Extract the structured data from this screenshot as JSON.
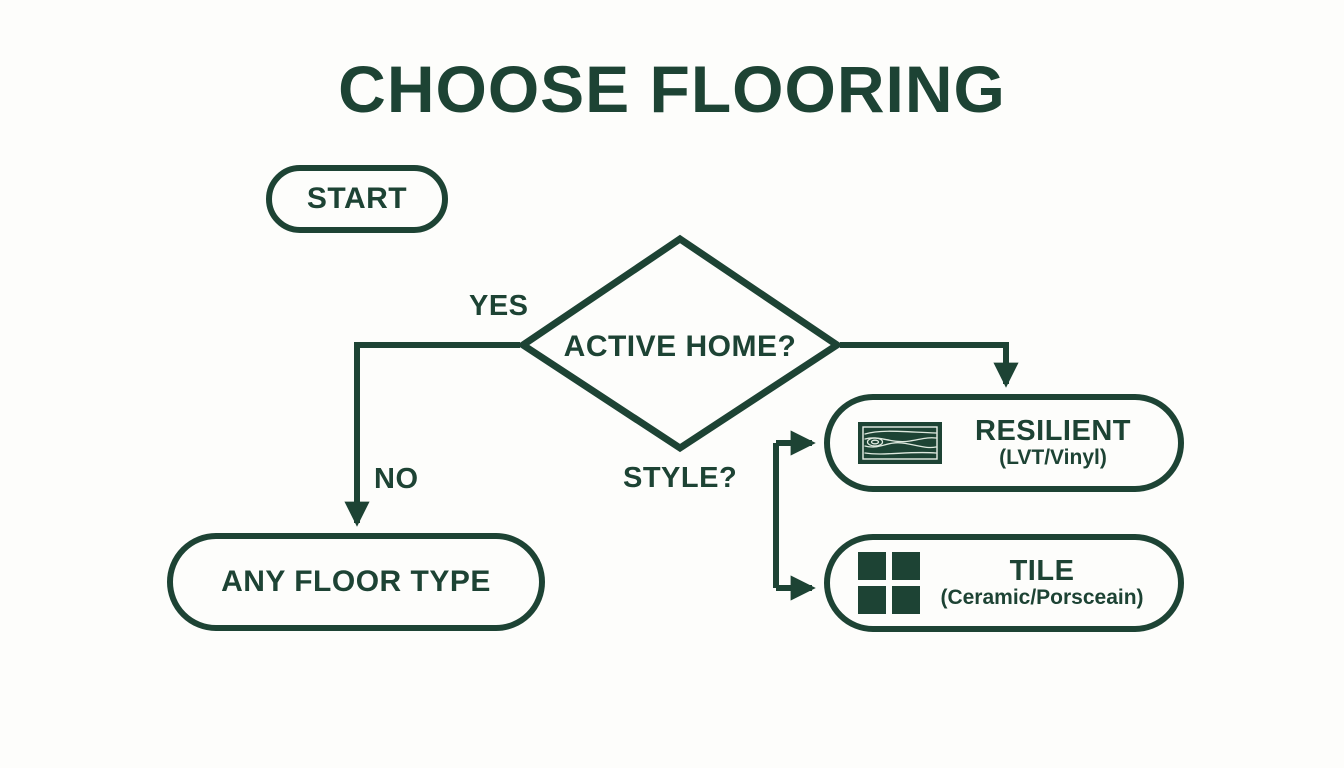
{
  "page": {
    "title": "CHOOSE FLOORING",
    "accent_color": "#1d4334",
    "background_color": "#fdfdfb"
  },
  "diagram": {
    "type": "flowchart",
    "nodes": {
      "start": {
        "label": "START",
        "shape": "pill"
      },
      "decision": {
        "label": "ACTIVE HOME?",
        "shape": "diamond"
      },
      "any_floor": {
        "label": "ANY FLOOR TYPE",
        "shape": "pill"
      },
      "resilient": {
        "label": "RESILIENT",
        "sublabel": "(LVT/Vinyl)",
        "shape": "pill",
        "icon": "wood-plank-icon"
      },
      "tile": {
        "label": "TILE",
        "sublabel": "(Ceramic/Porsceain)",
        "shape": "pill",
        "icon": "tile-grid-icon"
      }
    },
    "edges": {
      "yes": "YES",
      "no": "NO",
      "style": "STYLE?"
    }
  }
}
